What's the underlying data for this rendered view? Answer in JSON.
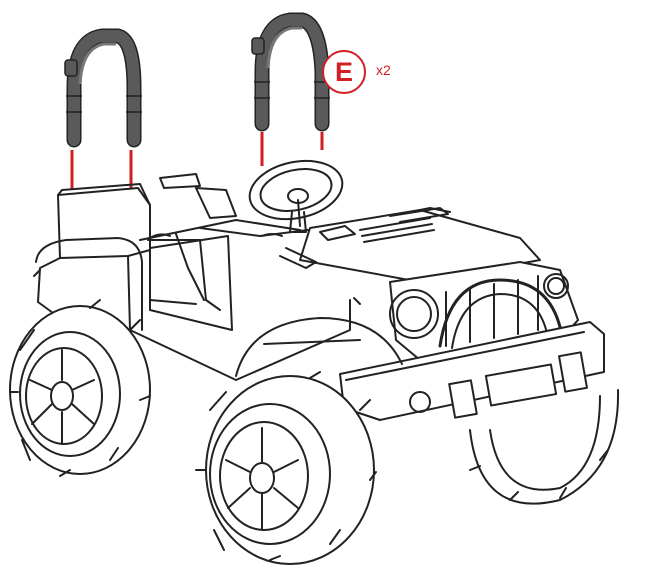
{
  "callout": {
    "part_letter": "E",
    "quantity": "x2"
  },
  "colors": {
    "accent": "#d11f26",
    "line": "#222222",
    "part_fill": "#555555"
  },
  "icons": [
    "roll-bar-part-icon",
    "ride-on-jeep-illustration"
  ]
}
